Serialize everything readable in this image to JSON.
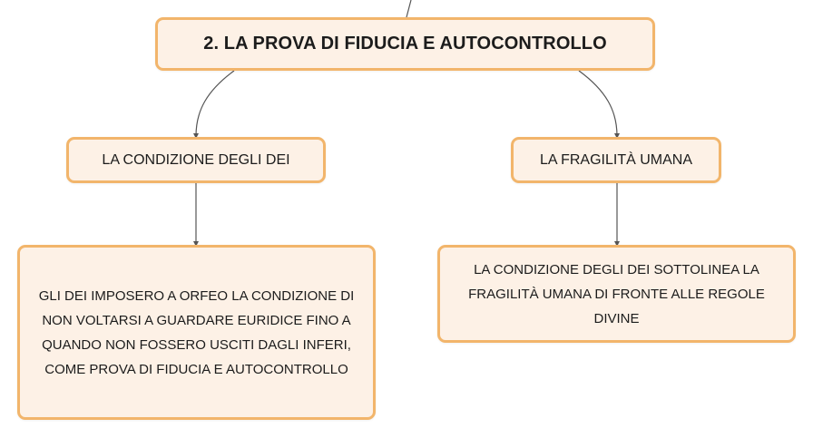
{
  "mindmap": {
    "title": "2. LA PROVA DI FIDUCIA E AUTOCONTROLLO",
    "branches": [
      {
        "label": "LA CONDIZIONE DEGLI DEI",
        "detail": "GLI DEI IMPOSERO A ORFEO LA CONDIZIONE DI NON VOLTARSI A GUARDARE EURIDICE FINO A QUANDO NON FOSSERO USCITI DAGLI INFERI, COME PROVA DI FIDUCIA E AUTOCONTROLLO"
      },
      {
        "label": "LA FRAGILITÀ UMANA",
        "detail": "LA CONDIZIONE DEGLI DEI SOTTOLINEA LA FRAGILITÀ UMANA DI FRONTE ALLE REGOLE DIVINE"
      }
    ]
  },
  "colors": {
    "node_fill": "#fdf1e6",
    "node_border": "#f2b56b",
    "connector": "#555555",
    "text": "#1c1c1c"
  }
}
